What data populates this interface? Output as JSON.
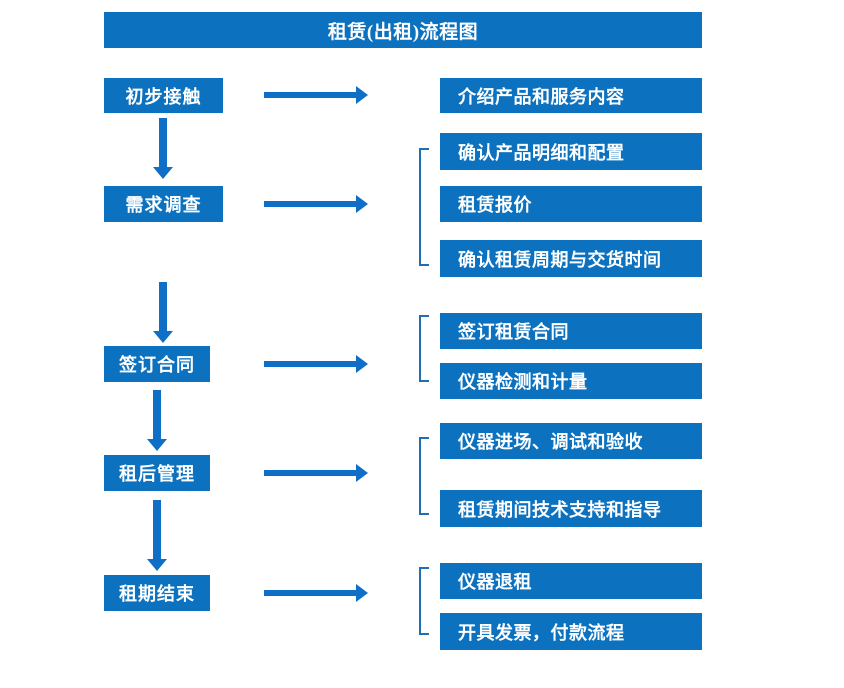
{
  "diagram": {
    "title": "租赁(出租)流程图",
    "accent_color": "#0c72bf",
    "arrow_color": "#0f6fc6",
    "bracket_color": "#1f6fb2",
    "text_color": "#ffffff",
    "background_color": "#ffffff"
  },
  "stages": [
    {
      "label": "初步接触"
    },
    {
      "label": "需求调查"
    },
    {
      "label": "签订合同"
    },
    {
      "label": "租后管理"
    },
    {
      "label": "租期结束"
    }
  ],
  "details": [
    {
      "label": "介绍产品和服务内容"
    },
    {
      "label": "确认产品明细和配置"
    },
    {
      "label": "租赁报价"
    },
    {
      "label": "确认租赁周期与交货时间"
    },
    {
      "label": "签订租赁合同"
    },
    {
      "label": "仪器检测和计量"
    },
    {
      "label": "仪器进场、调试和验收"
    },
    {
      "label": "租赁期间技术支持和指导"
    },
    {
      "label": "仪器退租"
    },
    {
      "label": "开具发票，付款流程"
    }
  ],
  "connectors": {
    "down_arrow_name": "down-arrow",
    "right_arrow_name": "right-arrow",
    "bracket_name": "group-bracket"
  }
}
